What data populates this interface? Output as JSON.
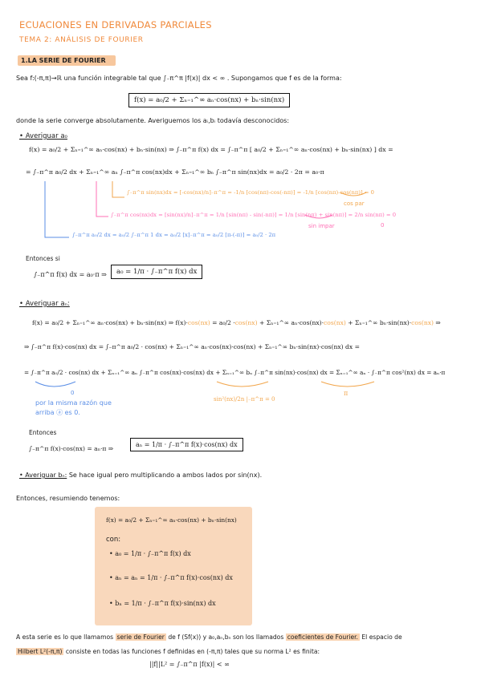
{
  "header": {
    "title": "ECUACIONES EN DERIVADAS PARCIALES",
    "subtitle": "TEMA 2: ANÁLISIS DE FOURIER"
  },
  "section1": {
    "label": "1.LA SERIE DE FOURIER"
  },
  "intro": {
    "line1": "Sea  f:(-π,π)→ℝ una función integrable tal que  ∫₋π^π |f(x)| dx < ∞ . Supongamos que f es de la forma:",
    "main_formula": "f(x) = a₀/2 + Σₙ₌₁^∞ aₙ·cos(nx) + bₙ·sin(nx)",
    "line2": "donde la serie converge absolutamente. Averiguemos los aᵢ,bᵢ todavía desconocidos:"
  },
  "a0": {
    "heading": "• Averiguar a₀",
    "eq1": "f(x) = a₀/2 + Σₙ₌₁^∞ aₙ·cos(nx) + bₙ·sin(nx)  ⇒  ∫₋π^π f(x) dx = ∫₋π^π [ a₀/2 + Σₙ₌₁^∞ aₙ·cos(nx) + bₙ·sin(nx) ] dx  =",
    "eq2": "= ∫₋π^π a₀/2 dx + Σₙ₌₁^∞ aₙ ∫₋π^π cos(nx)dx + Σₙ₌₁^∞ bₙ ∫₋π^π sin(nx)dx = a₀/2 · 2π = a₀·π",
    "orange_sin": "∫₋π^π sin(nx)dx = [-cos(nx)/n]₋π^π = -1/n [cos(nπ)-cos(-nπ)] = -1/n [cos(nπ)-cos(nπ)] = 0",
    "orange_note": "cos par",
    "pink_cos": "∫₋π^π cos(nx)dx = [sin(nx)/n]₋π^π = 1/n [sin(nπ) - sin(-nπ)] = 1/n [sin(nπ) + sin(nπ)] = 2/n sin(nπ) = 0",
    "pink_note": "sin impar",
    "pink_zero": "0",
    "blue_eq": "∫₋π^π a₀/2 dx = a₀/2 ∫₋π^π 1 dx = a₀/2 [x]₋π^π = a₀/2 [π-(-π)] = a₀/2 · 2π",
    "then": "Entonces si",
    "result_left": "∫₋π^π f(x) dx = a₀·π  ⇒",
    "result_box": "a₀ = 1/π · ∫₋π^π f(x) dx"
  },
  "an": {
    "heading": "• Averiguar aₙ:",
    "eq1_a": "f(x) = a₀/2 + Σₙ₌₁^∞ aₙ·cos(nx) + bₙ·sin(nx)  ⇒  f(x)·",
    "eq1_cos1": "cos(nx)",
    "eq1_b": " = a₀/2 ·",
    "eq1_cos2": "cos(nx)",
    "eq1_c": " + Σₙ₌₁^∞ aₙ·cos(nx)·",
    "eq1_cos3": "cos(nx)",
    "eq1_d": " + Σₙ₌₁^∞ bₙ·sin(nx)·",
    "eq1_cos4": "cos(nx)",
    "eq1_e": " ⇒",
    "eq2": "⇒ ∫₋π^π f(x)·cos(nx) dx = ∫₋π^π a₀/2 · cos(nx) + Σₙ₌₁^∞ aₙ·cos(nx)·cos(nx) + Σₙ₌₁^∞ bₙ·sin(nx)·cos(nx) dx =",
    "eq3": "= ∫₋π^π a₀/2 · cos(nx) dx + Σₙ₌₁^∞ aₙ ∫₋π^π cos(nx)·cos(nx) dx + Σₙ₌₁^∞ bₙ ∫₋π^π sin(nx)·cos(nx) dx = Σₙ₌₁^∞ aₙ · ∫₋π^π cos²(nx) dx = aₙ·π",
    "blue_zero": "0",
    "blue_note1": "por la misma razón que",
    "blue_note2": "arriba ⓐ es 0.",
    "orange_eval": "sin²(nx)/2n |₋π^π = 0",
    "orange_pi": "π",
    "then": "Entonces",
    "result_left": "∫₋π^π f(x)·cos(nx) = aₙ·π  ⇒",
    "result_box": "aₙ = 1/π · ∫₋π^π f(x)·cos(nx) dx"
  },
  "bn": {
    "heading": "• Averiguar bₙ:",
    "text": "Se hace igual pero multiplicando a ambos lados por sin(nx)."
  },
  "summary": {
    "intro": "Entonces, resumiendo tenemos:",
    "formula": "f(x) = a₀/2 + Σₙ₌₁^∞ aₙ·cos(nx) + bₙ·sin(nx)",
    "con": "con:",
    "a0": "•  a₀ = 1/π · ∫₋π^π f(x) dx",
    "an": "•  aₙ =   aₙ = 1/π · ∫₋π^π f(x)·cos(nx) dx",
    "bn": "•  bₙ = 1/π · ∫₋π^π f(x)·sin(nx) dx"
  },
  "footer": {
    "p1_a": "A esta serie es lo que llamamos ",
    "p1_hl1": "serie de Fourier",
    "p1_b": " de f (Sf(x)) y a₀,aₙ,bₙ son los llamados ",
    "p1_hl2": "coeficientes de Fourier.",
    "p1_c": " El espacio de",
    "p2_hl": "Hilbert L²(-π,π)",
    "p2_b": " consiste en todas las funciones f definidas en (-π,π) tales que su norma L² es finita:",
    "norm": "||f||L² = ∫₋π^π |f(x)| < ∞"
  }
}
